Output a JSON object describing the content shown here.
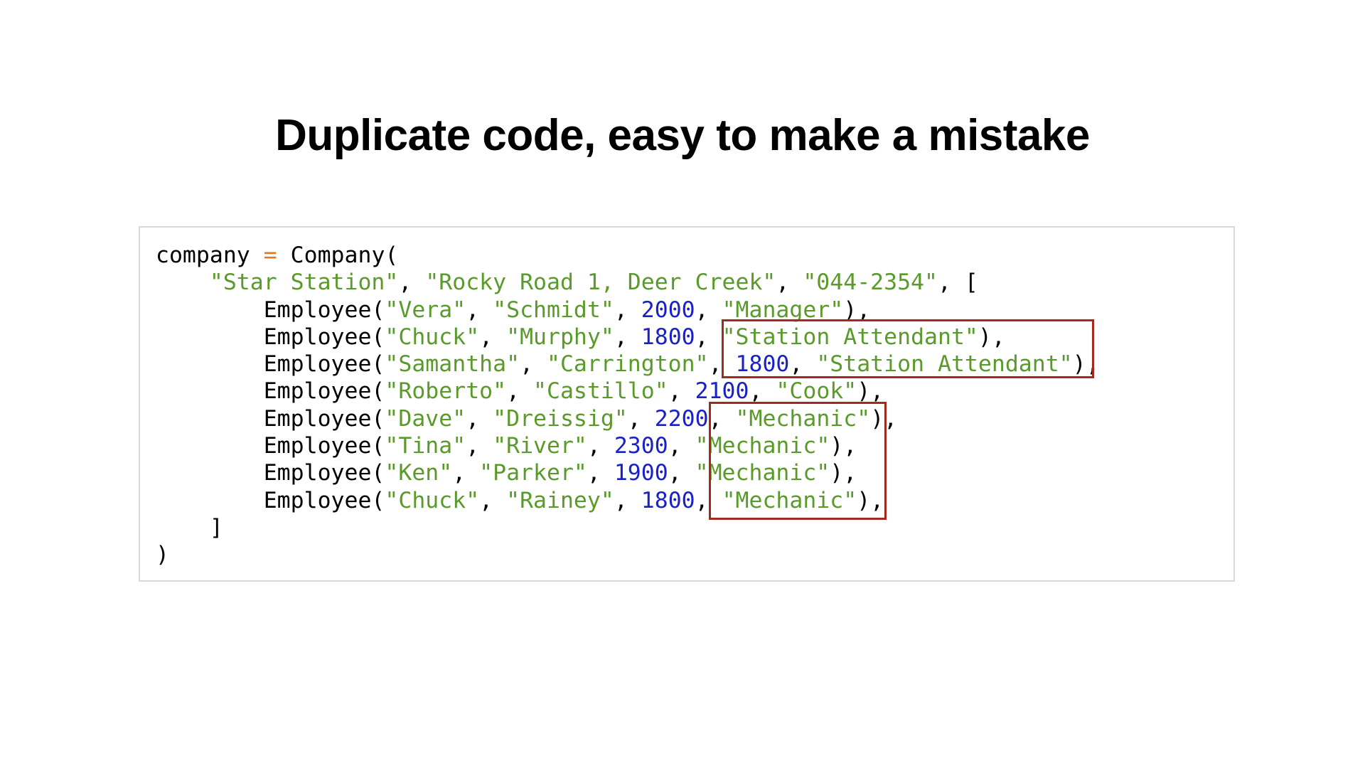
{
  "slide": {
    "title": "Duplicate code, easy to make a mistake"
  },
  "code": {
    "lines": [
      [
        {
          "t": "company ",
          "c": "plain"
        },
        {
          "t": "=",
          "c": "op"
        },
        {
          "t": " Company(",
          "c": "plain"
        }
      ],
      [
        {
          "t": "    ",
          "c": "plain"
        },
        {
          "t": "\"Star Station\"",
          "c": "str"
        },
        {
          "t": ", ",
          "c": "plain"
        },
        {
          "t": "\"Rocky Road 1, Deer Creek\"",
          "c": "str"
        },
        {
          "t": ", ",
          "c": "plain"
        },
        {
          "t": "\"044-2354\"",
          "c": "str"
        },
        {
          "t": ", [",
          "c": "plain"
        }
      ],
      [
        {
          "t": "        Employee(",
          "c": "plain"
        },
        {
          "t": "\"Vera\"",
          "c": "str"
        },
        {
          "t": ", ",
          "c": "plain"
        },
        {
          "t": "\"Schmidt\"",
          "c": "str"
        },
        {
          "t": ", ",
          "c": "plain"
        },
        {
          "t": "2000",
          "c": "num"
        },
        {
          "t": ", ",
          "c": "plain"
        },
        {
          "t": "\"Manager\"",
          "c": "str"
        },
        {
          "t": "),",
          "c": "plain"
        }
      ],
      [
        {
          "t": "        Employee(",
          "c": "plain"
        },
        {
          "t": "\"Chuck\"",
          "c": "str"
        },
        {
          "t": ", ",
          "c": "plain"
        },
        {
          "t": "\"Murphy\"",
          "c": "str"
        },
        {
          "t": ", ",
          "c": "plain"
        },
        {
          "t": "1800",
          "c": "num"
        },
        {
          "t": ", ",
          "c": "plain"
        },
        {
          "t": "\"Station Attendant\"",
          "c": "str"
        },
        {
          "t": "),",
          "c": "plain"
        }
      ],
      [
        {
          "t": "        Employee(",
          "c": "plain"
        },
        {
          "t": "\"Samantha\"",
          "c": "str"
        },
        {
          "t": ", ",
          "c": "plain"
        },
        {
          "t": "\"Carrington\"",
          "c": "str"
        },
        {
          "t": ", ",
          "c": "plain"
        },
        {
          "t": "1800",
          "c": "num"
        },
        {
          "t": ", ",
          "c": "plain"
        },
        {
          "t": "\"Station Attendant\"",
          "c": "str"
        },
        {
          "t": "),",
          "c": "plain"
        }
      ],
      [
        {
          "t": "        Employee(",
          "c": "plain"
        },
        {
          "t": "\"Roberto\"",
          "c": "str"
        },
        {
          "t": ", ",
          "c": "plain"
        },
        {
          "t": "\"Castillo\"",
          "c": "str"
        },
        {
          "t": ", ",
          "c": "plain"
        },
        {
          "t": "2100",
          "c": "num"
        },
        {
          "t": ", ",
          "c": "plain"
        },
        {
          "t": "\"Cook\"",
          "c": "str"
        },
        {
          "t": "),",
          "c": "plain"
        }
      ],
      [
        {
          "t": "        Employee(",
          "c": "plain"
        },
        {
          "t": "\"Dave\"",
          "c": "str"
        },
        {
          "t": ", ",
          "c": "plain"
        },
        {
          "t": "\"Dreissig\"",
          "c": "str"
        },
        {
          "t": ", ",
          "c": "plain"
        },
        {
          "t": "2200",
          "c": "num"
        },
        {
          "t": ", ",
          "c": "plain"
        },
        {
          "t": "\"Mechanic\"",
          "c": "str"
        },
        {
          "t": "),",
          "c": "plain"
        }
      ],
      [
        {
          "t": "        Employee(",
          "c": "plain"
        },
        {
          "t": "\"Tina\"",
          "c": "str"
        },
        {
          "t": ", ",
          "c": "plain"
        },
        {
          "t": "\"River\"",
          "c": "str"
        },
        {
          "t": ", ",
          "c": "plain"
        },
        {
          "t": "2300",
          "c": "num"
        },
        {
          "t": ", ",
          "c": "plain"
        },
        {
          "t": "\"Mechanic\"",
          "c": "str"
        },
        {
          "t": "),",
          "c": "plain"
        }
      ],
      [
        {
          "t": "        Employee(",
          "c": "plain"
        },
        {
          "t": "\"Ken\"",
          "c": "str"
        },
        {
          "t": ", ",
          "c": "plain"
        },
        {
          "t": "\"Parker\"",
          "c": "str"
        },
        {
          "t": ", ",
          "c": "plain"
        },
        {
          "t": "1900",
          "c": "num"
        },
        {
          "t": ", ",
          "c": "plain"
        },
        {
          "t": "\"Mechanic\"",
          "c": "str"
        },
        {
          "t": "),",
          "c": "plain"
        }
      ],
      [
        {
          "t": "        Employee(",
          "c": "plain"
        },
        {
          "t": "\"Chuck\"",
          "c": "str"
        },
        {
          "t": ", ",
          "c": "plain"
        },
        {
          "t": "\"Rainey\"",
          "c": "str"
        },
        {
          "t": ", ",
          "c": "plain"
        },
        {
          "t": "1800",
          "c": "num"
        },
        {
          "t": ", ",
          "c": "plain"
        },
        {
          "t": "\"Mechanic\"",
          "c": "str"
        },
        {
          "t": "),",
          "c": "plain"
        }
      ],
      [
        {
          "t": "    ]",
          "c": "plain"
        }
      ],
      [
        {
          "t": ")",
          "c": "plain"
        }
      ]
    ]
  },
  "colors": {
    "string": "#5a9a2a",
    "number": "#1a22c7",
    "operator": "#e0782a",
    "highlight_border": "#a52a1e",
    "code_box_border": "#d9d9d9"
  }
}
